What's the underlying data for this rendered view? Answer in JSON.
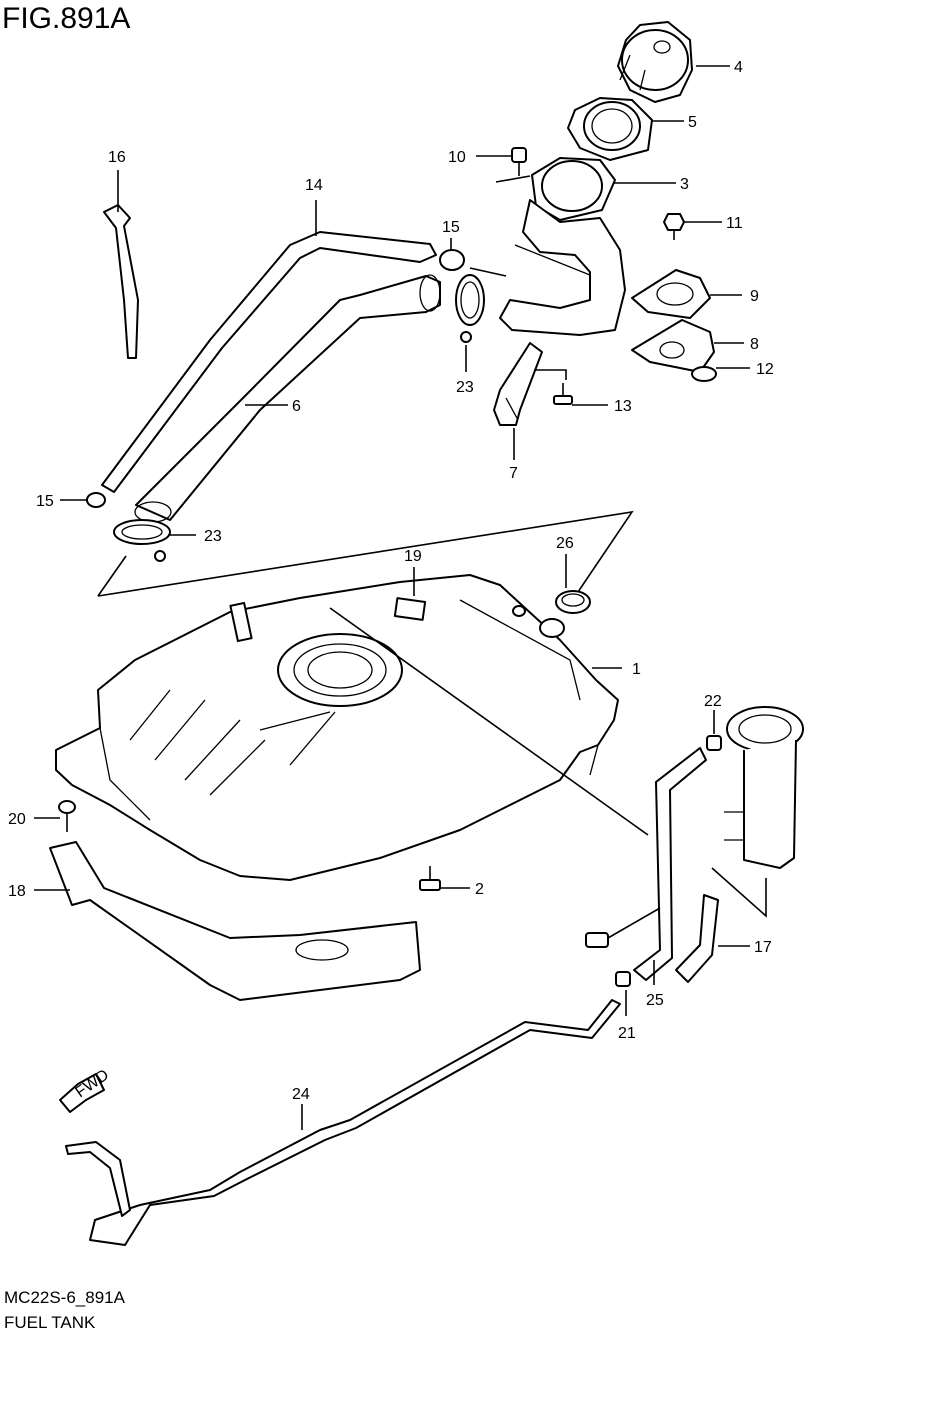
{
  "figure": {
    "title": "FIG.891A",
    "code": "MC22S-6_891A",
    "name": "FUEL TANK",
    "fwd_label": "FWD"
  },
  "callouts": [
    {
      "id": "c1",
      "label": "1"
    },
    {
      "id": "c2",
      "label": "2"
    },
    {
      "id": "c3",
      "label": "3"
    },
    {
      "id": "c4",
      "label": "4"
    },
    {
      "id": "c5",
      "label": "5"
    },
    {
      "id": "c6",
      "label": "6"
    },
    {
      "id": "c7",
      "label": "7"
    },
    {
      "id": "c8",
      "label": "8"
    },
    {
      "id": "c9",
      "label": "9"
    },
    {
      "id": "c10",
      "label": "10"
    },
    {
      "id": "c11",
      "label": "11"
    },
    {
      "id": "c12",
      "label": "12"
    },
    {
      "id": "c13",
      "label": "13"
    },
    {
      "id": "c14",
      "label": "14"
    },
    {
      "id": "c15a",
      "label": "15"
    },
    {
      "id": "c15b",
      "label": "15"
    },
    {
      "id": "c16",
      "label": "16"
    },
    {
      "id": "c17",
      "label": "17"
    },
    {
      "id": "c18",
      "label": "18"
    },
    {
      "id": "c19",
      "label": "19"
    },
    {
      "id": "c20",
      "label": "20"
    },
    {
      "id": "c21",
      "label": "21"
    },
    {
      "id": "c22",
      "label": "22"
    },
    {
      "id": "c23a",
      "label": "23"
    },
    {
      "id": "c23b",
      "label": "23"
    },
    {
      "id": "c24",
      "label": "24"
    },
    {
      "id": "c25",
      "label": "25"
    },
    {
      "id": "c26",
      "label": "26"
    }
  ]
}
